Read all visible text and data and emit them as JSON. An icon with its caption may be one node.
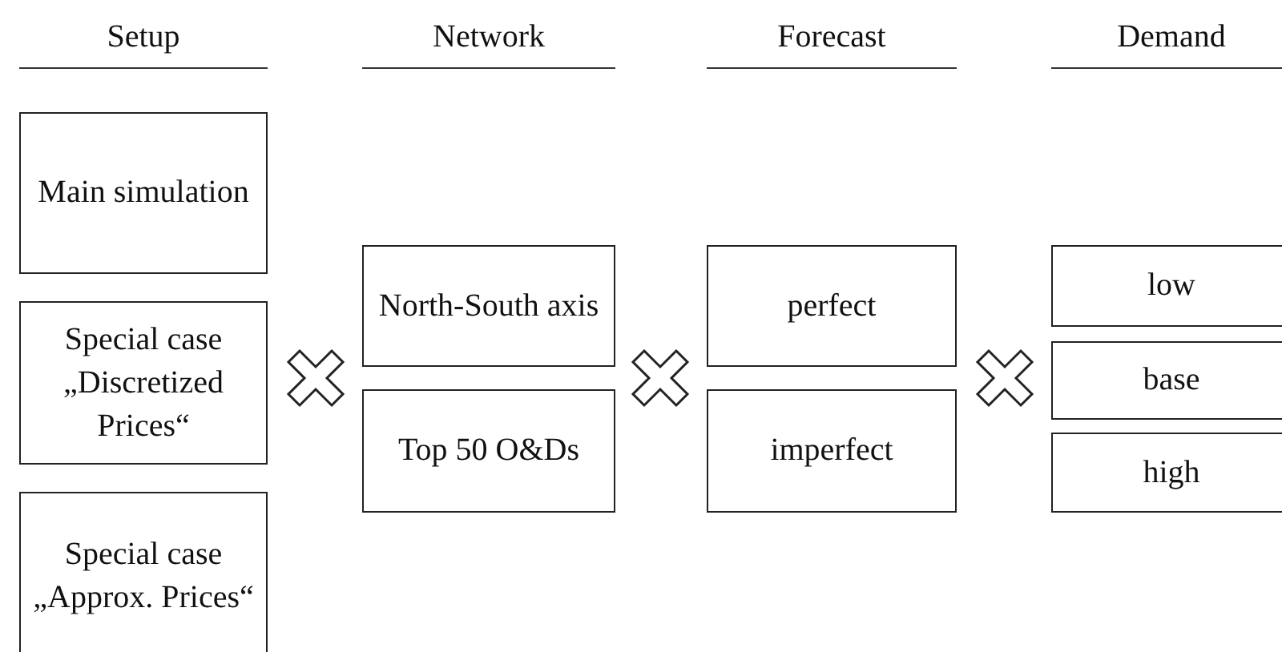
{
  "diagram": {
    "nodes": [
      {
        "text": [
          "Main simulation"
        ]
      },
      {
        "text": [
          "Special case „Discretized Prices“"
        ]
      },
      {
        "text": [
          "Special case „Approx. Prices“"
        ]
      },
      {
        "text": [
          "North-South axis"
        ]
      },
      {
        "text": [
          "Top 50 O&Ds"
        ]
      },
      {
        "text": [
          "perfect"
        ]
      },
      {
        "text": [
          "imperfect"
        ]
      },
      {
        "text": [
          "low"
        ]
      },
      {
        "text": [
          "base"
        ]
      },
      {
        "text": [
          "high"
        ]
      }
    ],
    "labels": [
      "Setup",
      "Network",
      "Forecast",
      "Demand"
    ]
  }
}
